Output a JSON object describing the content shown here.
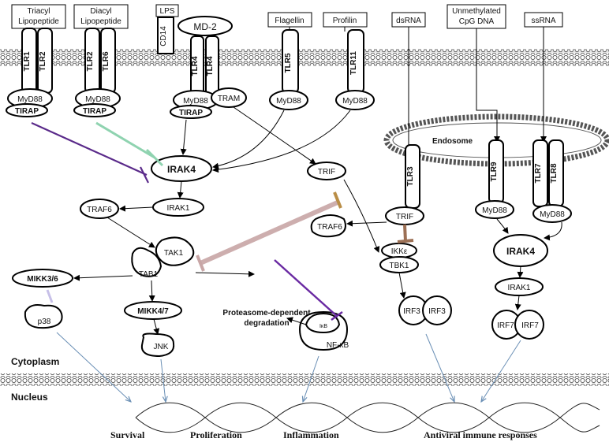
{
  "ligands": {
    "triacyl": "Triacyl\nLipopeptide",
    "diacyl": "Diacyl\nLipopeptide",
    "lps": "LPS",
    "flagellin": "Flagellin",
    "profilin": "Profilin",
    "dsrna": "dsRNA",
    "cpg": "Unmethylated\nCpG DNA",
    "ssrna": "ssRNA"
  },
  "receptors": {
    "tlr1": "TLR1",
    "tlr2a": "TLR2",
    "tlr2b": "TLR2",
    "tlr6": "TLR6",
    "tlr4a": "TLR4",
    "tlr4b": "TLR4",
    "tlr5": "TLR5",
    "tlr11": "TLR11",
    "tlr3": "TLR3",
    "tlr9": "TLR9",
    "tlr7": "TLR7",
    "tlr8": "TLR8",
    "cd14": "CD14",
    "md2": "MD-2"
  },
  "adaptors": {
    "myd88": "MyD88",
    "tirap": "TIRAP",
    "tram": "TRAM",
    "trif": "TRIF"
  },
  "nodes": {
    "irak4": "IRAK4",
    "irak1": "IRAK1",
    "traf6": "TRAF6",
    "tak1": "TAK1",
    "tab1": "TAB1",
    "mikk36": "MIKK3/6",
    "mikk47": "MIKK4/7",
    "p38": "p38",
    "jnk": "JNK",
    "traf6b": "TRAF6",
    "ikke": "IKKε",
    "tbk1": "TBK1",
    "irf3": "IRF3",
    "irf7": "IRF7",
    "nfkb": "NF-κB",
    "ikb": "IκB"
  },
  "labels": {
    "endosome": "Endosome",
    "proteasome": "Proteasome-dependent\ndegradation",
    "cytoplasm": "Cytoplasm",
    "nucleus": "Nucleus"
  },
  "outcomes": {
    "survival": "Survival",
    "proliferation": "Proliferation",
    "inflammation": "Inflammation",
    "antiviral": "Antiviral immune responses"
  }
}
